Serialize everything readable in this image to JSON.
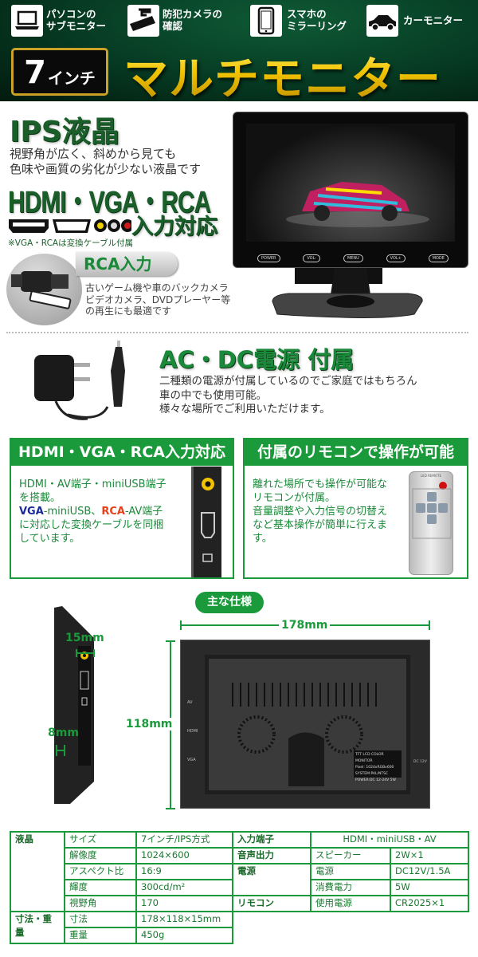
{
  "header": {
    "uses": [
      {
        "icon": "laptop-icon",
        "label": "パソコンの\nサブモニター"
      },
      {
        "icon": "security-camera-icon",
        "label": "防犯カメラの\n確認"
      },
      {
        "icon": "smartphone-icon",
        "label": "スマホの\nミラーリング"
      },
      {
        "icon": "car-icon",
        "label": "カーモニター"
      }
    ],
    "size_number": "7",
    "size_unit": "インチ",
    "title": "マルチモニター"
  },
  "ips": {
    "title": "IPS液晶",
    "desc1": "視野角が広く、斜めから見ても",
    "desc2": "色味や画質の劣化が少ない液晶です"
  },
  "inputs": {
    "title": "HDMI・VGA・RCA",
    "subtitle": "入力対応",
    "note": "※VGA・RCAは変換ケーブル付属"
  },
  "rca": {
    "badge": "RCA入力",
    "line1": "古いゲーム機や車のバックカメラ",
    "line2": "ビデオカメラ、DVDプレーヤー等",
    "line3": "の再生にも最適です"
  },
  "monitor": {
    "buttons": [
      "POWER",
      "VOL-",
      "MENU",
      "VOL+",
      "MODE"
    ]
  },
  "power": {
    "title": "AC・DC電源 付属",
    "line1": "二種類の電源が付属しているのでご家庭ではもちろん",
    "line2": "車の中でも使用可能。",
    "line3": "様々な場所でご利用いただけます。"
  },
  "box_left": {
    "header": "HDMI・VGA・RCA入力対応",
    "l1": "HDMI・AV端子・miniUSB端子",
    "l2": "を搭載。",
    "vga": "VGA",
    "vga_rest": "-miniUSB、",
    "rca": "RCA",
    "rca_rest": "-AV端子",
    "l4": "に対応した変換ケーブルを同梱",
    "l5": "しています。",
    "vga_color": "#1a2a9a",
    "rca_color": "#e8401a"
  },
  "box_right": {
    "header": "付属のリモコンで操作が可能",
    "l1": "離れた場所でも操作が可能な",
    "l2": "リモコンが付属。",
    "l3": "音量調整や入力信号の切替え",
    "l4": "など基本操作が簡単に行えま",
    "l5": "す。",
    "remote_label": "LED REMOTE"
  },
  "specs": {
    "badge": "主な仕様",
    "width": "178mm",
    "height": "118mm",
    "depth": "15mm",
    "depth_min": "8mm",
    "back_ports": [
      "AV",
      "HDMI",
      "VGA"
    ],
    "back_dc": "DC 12V",
    "label_lines": [
      "TFT LCD COLOR MONITOR",
      "Pixel: 1024xRGBx600",
      "SYSTEM:PAL/NTSC",
      "POWER:DC 12-24V 5W"
    ]
  },
  "table": {
    "left": [
      {
        "group": "液晶",
        "key": "サイズ",
        "value": "7インチ/IPS方式"
      },
      {
        "key": "解像度",
        "value": "1024×600"
      },
      {
        "key": "アスペクト比",
        "value": "16:9"
      },
      {
        "key": "輝度",
        "value": "300cd/m²"
      },
      {
        "key": "視野角",
        "value": "170"
      },
      {
        "group": "寸法・重量",
        "key": "寸法",
        "value": "178×118×15mm"
      },
      {
        "key": "重量",
        "value": "450g"
      }
    ],
    "right": [
      {
        "group": "入力端子",
        "value": "HDMI・miniUSB・AV"
      },
      {
        "group": "音声出力",
        "key": "スピーカー",
        "value": "2W×1"
      },
      {
        "group": "電源",
        "key": "電源",
        "value": "DC12V/1.5A"
      },
      {
        "key": "消費電力",
        "value": "5W"
      },
      {
        "group": "リモコン",
        "key": "使用電源",
        "value": "CR2025×1"
      }
    ]
  },
  "colors": {
    "brand_green": "#1a9a3a",
    "title_gold": "#f2c400",
    "header_bg": "#063a22"
  }
}
